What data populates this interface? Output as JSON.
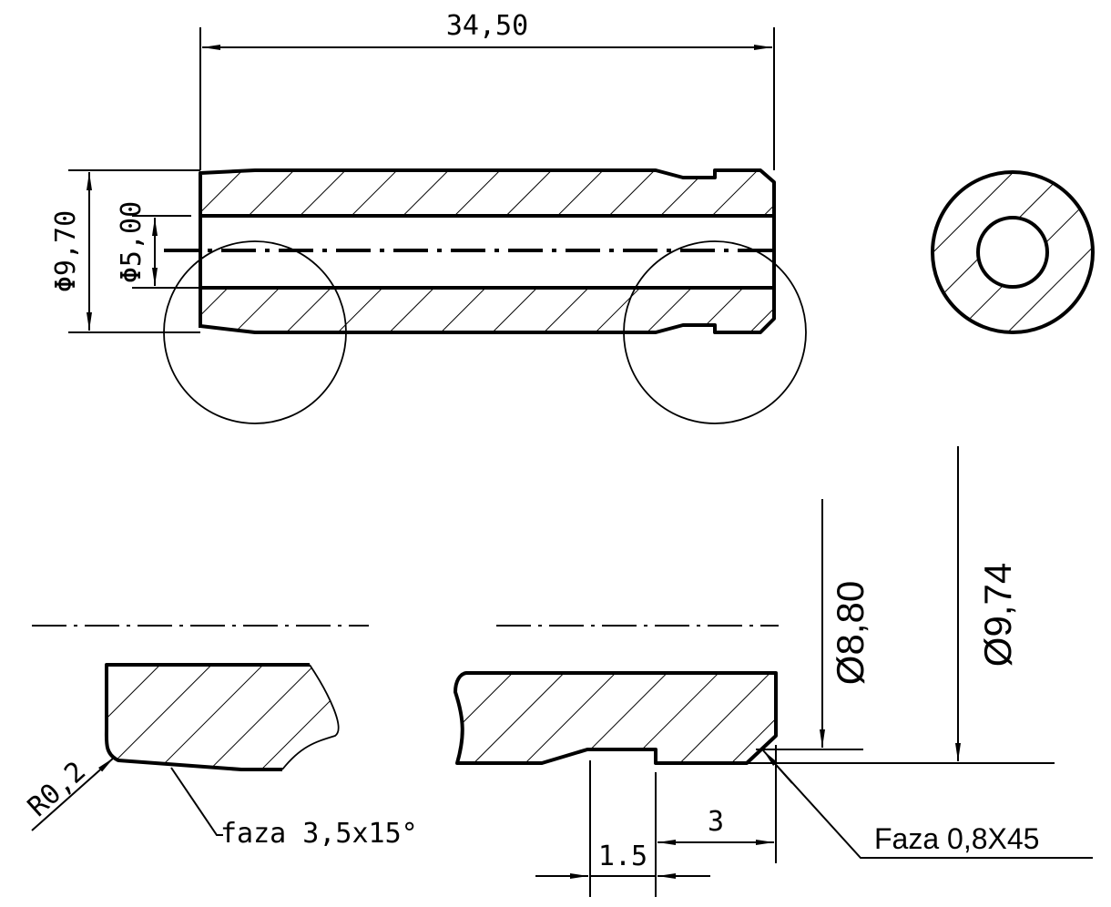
{
  "dimensions": {
    "length": "34,50",
    "outer_diameter": "Φ9,70",
    "inner_diameter": "Φ5,00",
    "groove_diameter": "Ø8,80",
    "max_diameter": "Ø9,74",
    "radius": "R0,2",
    "chamfer_left": "faza 3,5x15°",
    "groove_offset": "3",
    "groove_width": "1.5",
    "chamfer_right": "Faza 0,8X45"
  }
}
